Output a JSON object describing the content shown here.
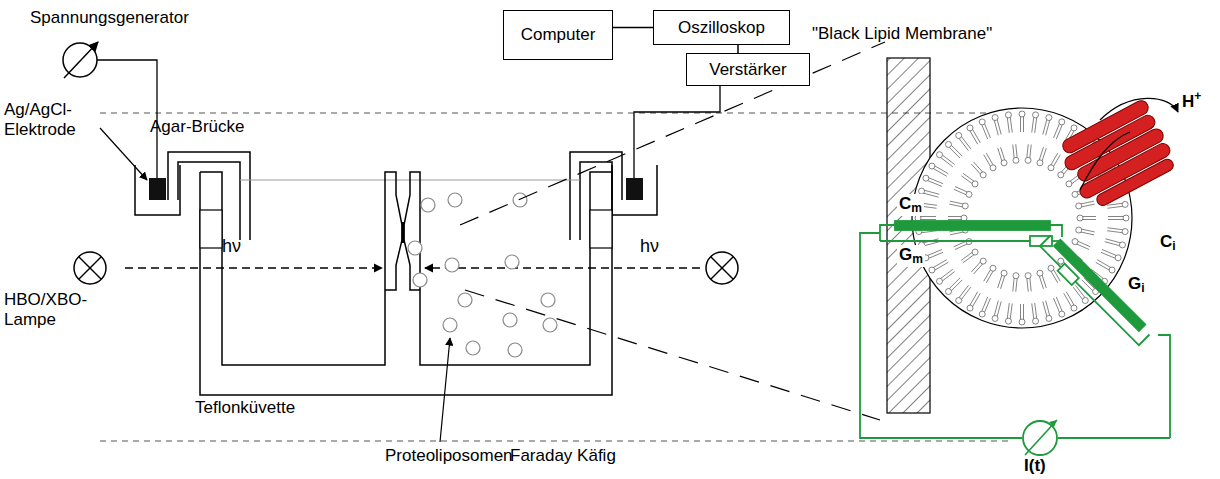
{
  "diagram": {
    "nodes": [
      {
        "text": [
          "Computer"
        ]
      },
      {
        "text": [
          "Oszilloskop"
        ]
      },
      {
        "text": [
          "Verstärker"
        ]
      }
    ],
    "edges": [
      {
        "from": 0,
        "to": 1,
        "arrow": "none"
      },
      {
        "from": 1,
        "to": 2,
        "arrow": "none"
      }
    ],
    "labels": [
      "Spannungsgenerator",
      "Ag/AgCl-Elektrode",
      "Agar-Brücke",
      "hν",
      "hν",
      "HBO/XBO-Lampe",
      "Teflonküvette",
      "Proteoliposomen",
      "Faraday Käfig",
      "\"Black Lipid Membrane\"",
      "Cm",
      "Gm",
      "Ci",
      "Gi",
      "H+",
      "I(t)"
    ]
  }
}
